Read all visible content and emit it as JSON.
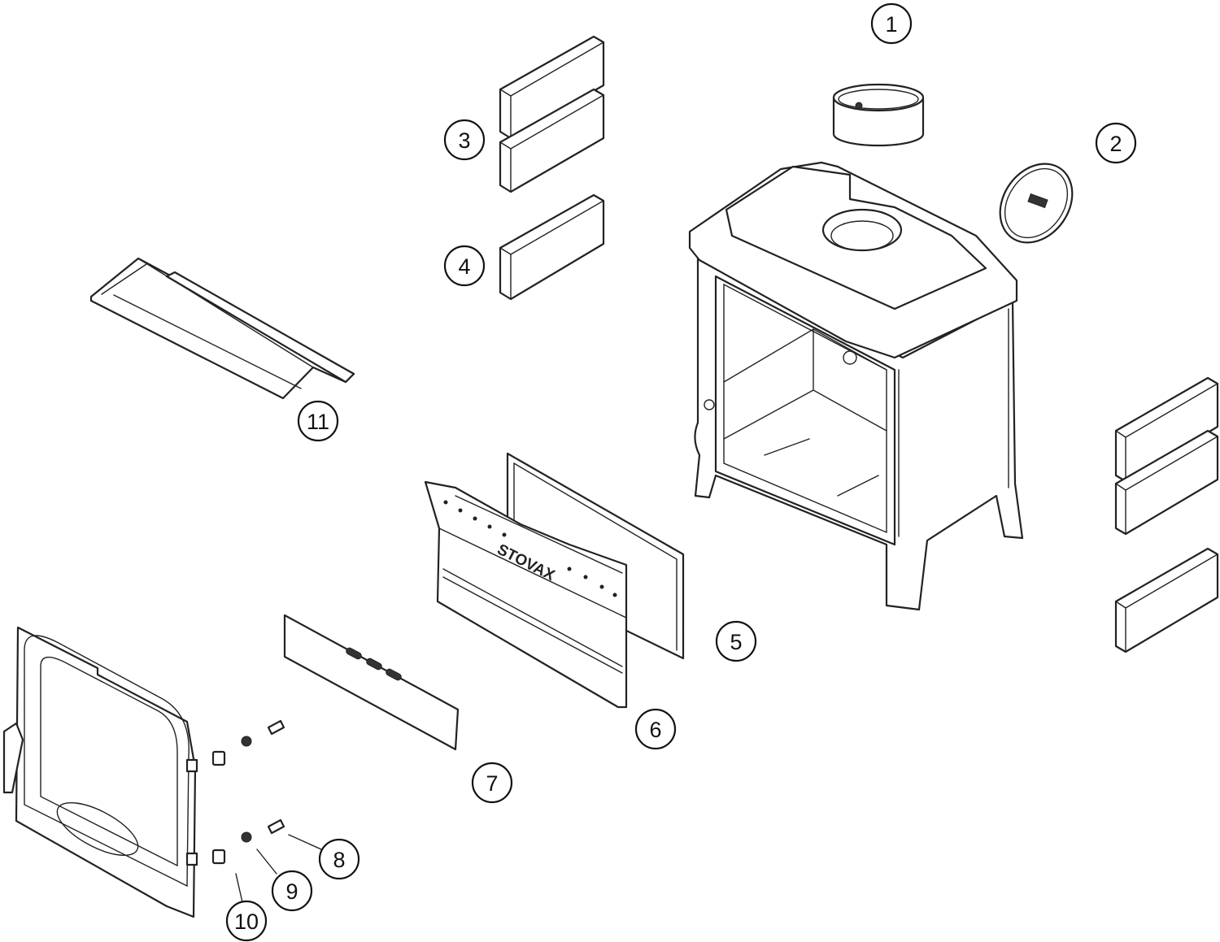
{
  "diagram": {
    "title": "Stove exploded parts view",
    "logo_text": "STOVAX",
    "callouts": [
      {
        "label": "1",
        "part": "flue-collar"
      },
      {
        "label": "2",
        "part": "blanking-plate"
      },
      {
        "label": "3",
        "part": "rear-firebricks"
      },
      {
        "label": "4",
        "part": "lower-rear-firebrick"
      },
      {
        "label": "5",
        "part": "door-glass"
      },
      {
        "label": "6",
        "part": "airwash-plate"
      },
      {
        "label": "7",
        "part": "fuel-retainer"
      },
      {
        "label": "8",
        "part": "hinge-pin"
      },
      {
        "label": "9",
        "part": "nut"
      },
      {
        "label": "10",
        "part": "hinge-block"
      },
      {
        "label": "11",
        "part": "baffle"
      }
    ]
  }
}
